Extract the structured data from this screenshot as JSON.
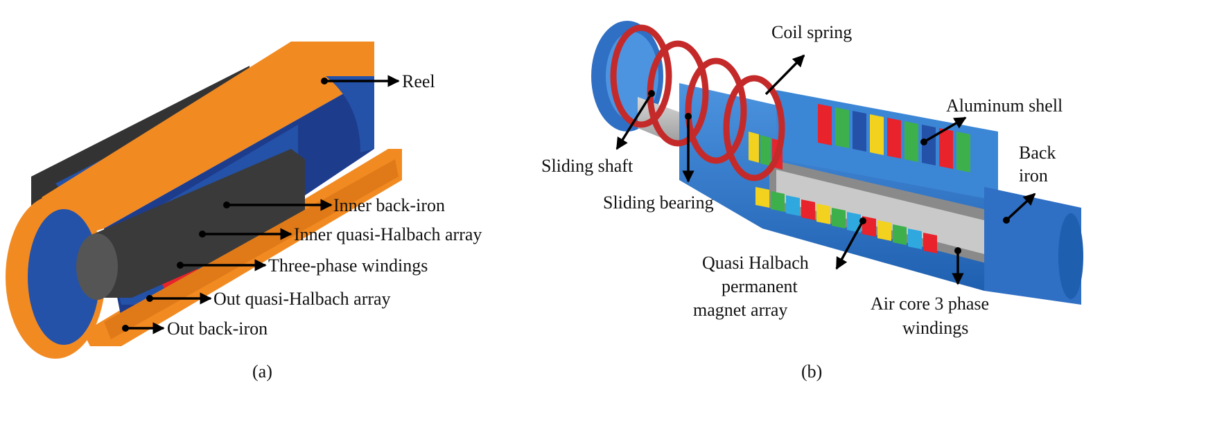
{
  "panel_a": {
    "caption": "(a)",
    "labels": {
      "reel": "Reel",
      "inner_back_iron": "Inner back-iron",
      "inner_array": "Inner quasi-Halbach array",
      "windings": "Three-phase windings",
      "out_array": "Out quasi-Halbach array",
      "out_back_iron": "Out back-iron"
    }
  },
  "panel_b": {
    "caption": "(b)",
    "labels": {
      "coil_spring": "Coil spring",
      "aluminum_shell": "Aluminum shell",
      "back_iron_1": "Back",
      "back_iron_2": "iron",
      "sliding_shaft": "Sliding shaft",
      "sliding_bearing": "Sliding bearing",
      "magnet_1": "Quasi Halbach",
      "magnet_2": "permanent",
      "magnet_3": "magnet array",
      "air_core_1": "Air core 3 phase",
      "air_core_2": "windings"
    }
  },
  "colors": {
    "orange": "#F28A22",
    "blue": "#2452A8",
    "dark_blue": "#1E3C8C",
    "red": "#E8232B",
    "gray": "#B8B8B8",
    "dark_gray": "#3A3A3A",
    "light_blue": "#3C86D6",
    "spring_red": "#C42A2A",
    "yellow": "#F2D21E",
    "green": "#3DB04B",
    "cyan": "#2FA8E0"
  }
}
